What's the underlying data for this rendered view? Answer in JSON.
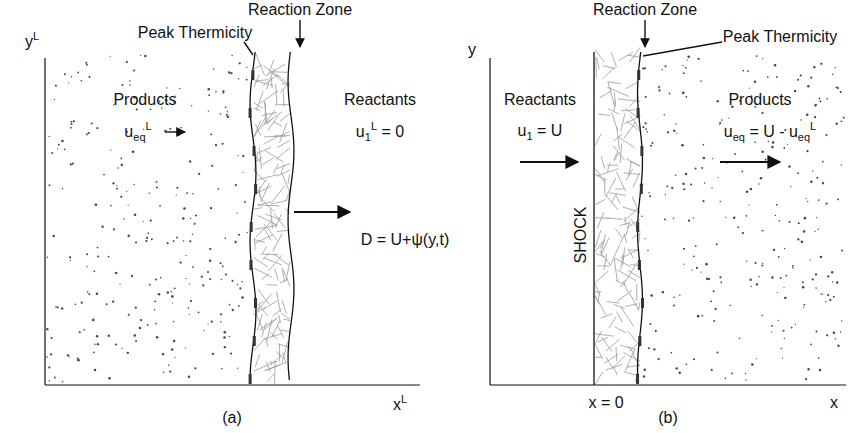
{
  "diagram": {
    "labels": [
      "Reaction Zone",
      "Peak Thermicity",
      "yL",
      "Products",
      "ueqL",
      "Reactants",
      "u1L = 0",
      "D = U+ψ(y,t)",
      "xL",
      "(a)",
      "Reaction Zone",
      "Peak Thermicity",
      "y",
      "Reactants",
      "Products",
      "u1 = U",
      "ueq = U - ueqL",
      "SHOCK",
      "x = 0",
      "x",
      "(b)"
    ]
  }
}
